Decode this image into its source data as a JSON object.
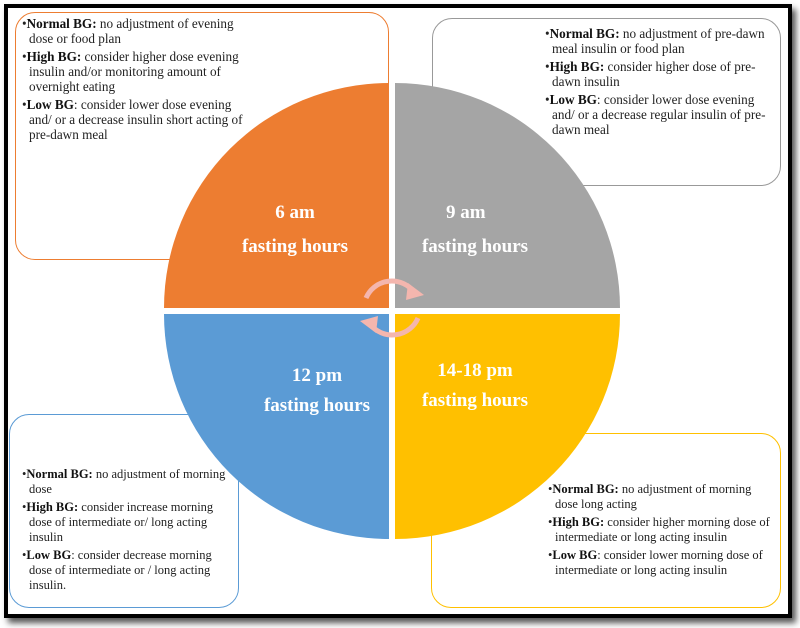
{
  "colors": {
    "orange": "#ED7D31",
    "gray": "#A5A5A5",
    "blue": "#5B9BD5",
    "yellow": "#FFC000",
    "arrow": "#F4B6AE"
  },
  "quadrants": [
    {
      "time": "6 am",
      "label": "fasting hours",
      "items": [
        {
          "key": "Normal BG:",
          "text": " no adjustment of evening dose or food plan"
        },
        {
          "key": "High BG:",
          "text": " consider higher dose evening insulin and/or monitoring amount of overnight eating"
        },
        {
          "key": "Low BG",
          "text": ": consider lower dose evening and/ or a decrease insulin short acting of pre-dawn meal"
        }
      ]
    },
    {
      "time": "9 am",
      "label": "fasting hours",
      "items": [
        {
          "key": "Normal BG:",
          "text": " no adjustment of pre-dawn meal insulin or food plan"
        },
        {
          "key": "High BG:",
          "text": " consider higher dose of pre-dawn insulin"
        },
        {
          "key": "Low BG",
          "text": ": consider lower dose evening and/ or a decrease regular insulin of pre-dawn meal"
        }
      ]
    },
    {
      "time": "12 pm",
      "label": "fasting hours",
      "items": [
        {
          "key": "Normal BG:",
          "text": " no adjustment of morning  dose"
        },
        {
          "key": "High BG:",
          "text": " consider  increase morning dose of intermediate or/ long acting insulin"
        },
        {
          "key": "Low BG",
          "text": ": consider decrease morning dose of intermediate or / long acting insulin."
        }
      ]
    },
    {
      "time": "14-18 pm",
      "label": "fasting hours",
      "items": [
        {
          "key": "Normal BG:",
          "text": " no adjustment of morning dose long acting"
        },
        {
          "key": "High BG:",
          "text": " consider higher morning dose of intermediate or long acting insulin"
        },
        {
          "key": "Low BG",
          "text": ": consider lower morning dose of intermediate or long acting insulin"
        }
      ]
    }
  ]
}
